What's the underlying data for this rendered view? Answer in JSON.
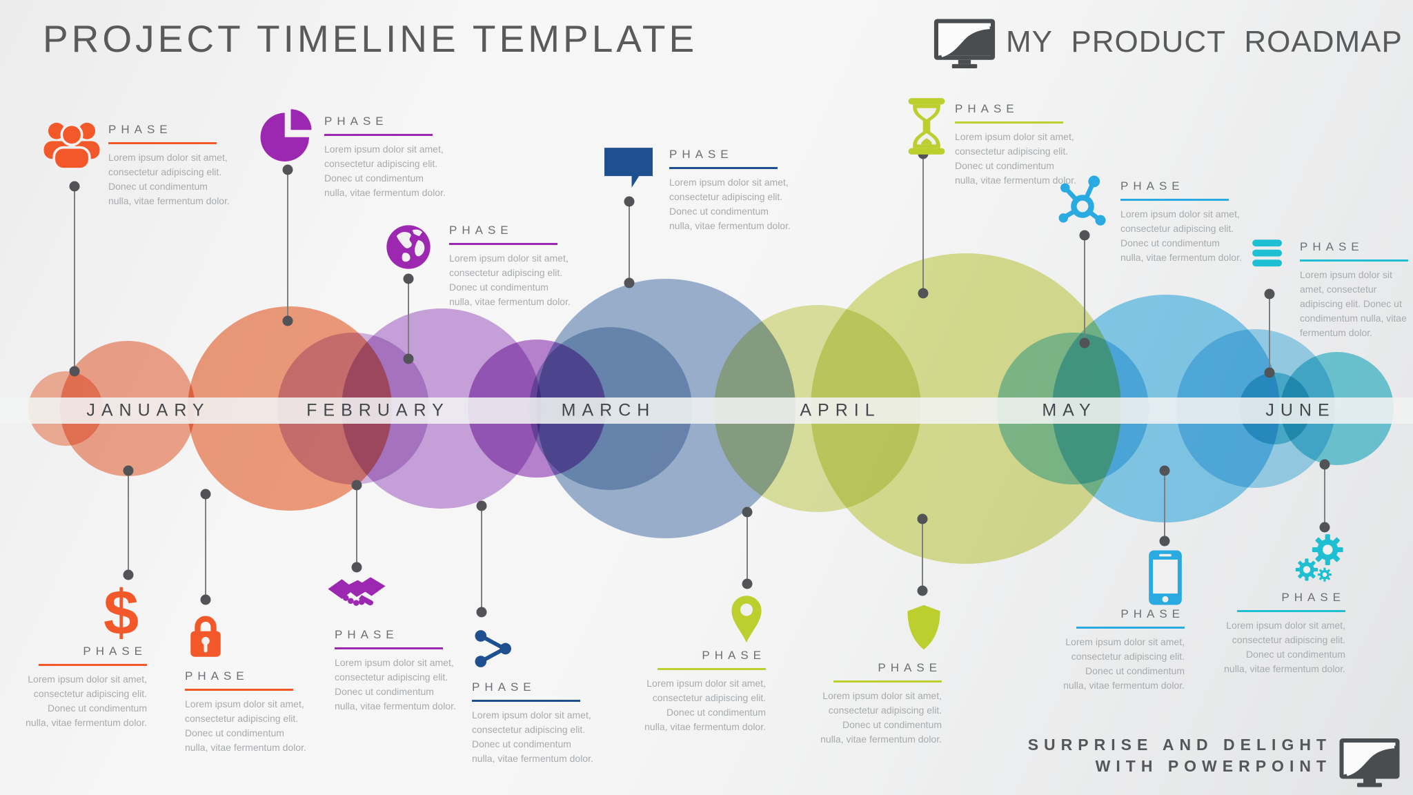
{
  "header": {
    "title": "PROJECT TIMELINE TEMPLATE",
    "brand": "MY PRODUCT ROADMAP",
    "brand_logo_icon": "monitor-road-icon"
  },
  "footer": {
    "line1": "SURPRISE AND DELIGHT",
    "line2": "WITH POWERPOINT",
    "logo_icon": "monitor-road-icon"
  },
  "timeline": {
    "months": [
      "JANUARY",
      "FEBRUARY",
      "MARCH",
      "APRIL",
      "MAY",
      "JUNE"
    ],
    "band_color": "#f1f2f3"
  },
  "phases_top": [
    {
      "icon": "people-icon",
      "accent": "#F2582A",
      "label": "PHASE",
      "description": "Lorem ipsum dolor sit amet, consectetur adipiscing elit. Donec ut condimentum nulla, vitae fermentum dolor."
    },
    {
      "icon": "pie-chart-icon",
      "accent": "#9C27B0",
      "label": "PHASE",
      "description": "Lorem ipsum dolor sit amet, consectetur adipiscing elit. Donec ut condimentum nulla, vitae fermentum dolor."
    },
    {
      "icon": "globe-icon",
      "accent": "#9C27B0",
      "label": "PHASE",
      "description": "Lorem ipsum dolor sit amet, consectetur adipiscing elit. Donec ut condimentum nulla, vitae fermentum dolor."
    },
    {
      "icon": "speech-bubble-icon",
      "accent": "#1E4F8F",
      "label": "PHASE",
      "description": "Lorem ipsum dolor sit amet, consectetur adipiscing elit. Donec ut condimentum nulla, vitae fermentum dolor."
    },
    {
      "icon": "hourglass-icon",
      "accent": "#BCCF2F",
      "label": "PHASE",
      "description": "Lorem ipsum dolor sit amet, consectetur adipiscing elit. Donec ut condimentum nulla, vitae fermentum dolor."
    },
    {
      "icon": "molecule-icon",
      "accent": "#29ABE2",
      "label": "PHASE",
      "description": "Lorem ipsum dolor sit amet, consectetur adipiscing elit. Donec ut condimentum nulla, vitae fermentum dolor."
    },
    {
      "icon": "list-bars-icon",
      "accent": "#1FBFD3",
      "label": "PHASE",
      "description": "Lorem ipsum dolor sit amet, consectetur adipiscing elit. Donec ut condimentum nulla, vitae fermentum dolor."
    }
  ],
  "phases_bottom": [
    {
      "icon": "dollar-icon",
      "accent": "#F2582A",
      "label": "PHASE",
      "description": "Lorem ipsum dolor sit amet, consectetur adipiscing elit. Donec ut condimentum nulla, vitae fermentum dolor."
    },
    {
      "icon": "lock-icon",
      "accent": "#F2582A",
      "label": "PHASE",
      "description": "Lorem ipsum dolor sit amet, consectetur adipiscing elit. Donec ut condimentum nulla, vitae fermentum dolor."
    },
    {
      "icon": "handshake-icon",
      "accent": "#9C27B0",
      "label": "PHASE",
      "description": "Lorem ipsum dolor sit amet, consectetur adipiscing elit. Donec ut condimentum nulla, vitae fermentum dolor."
    },
    {
      "icon": "share-icon",
      "accent": "#1E4F8F",
      "label": "PHASE",
      "description": "Lorem ipsum dolor sit amet, consectetur adipiscing elit. Donec ut condimentum nulla, vitae fermentum dolor."
    },
    {
      "icon": "map-pin-icon",
      "accent": "#BCCF2F",
      "label": "PHASE",
      "description": "Lorem ipsum dolor sit amet, consectetur adipiscing elit. Donec ut condimentum nulla, vitae fermentum dolor."
    },
    {
      "icon": "shield-icon",
      "accent": "#BCCF2F",
      "label": "PHASE",
      "description": "Lorem ipsum dolor sit amet, consectetur adipiscing elit. Donec ut condimentum nulla, vitae fermentum dolor."
    },
    {
      "icon": "smartphone-icon",
      "accent": "#29ABE2",
      "label": "PHASE",
      "description": "Lorem ipsum dolor sit amet, consectetur adipiscing elit. Donec ut condimentum nulla, vitae fermentum dolor."
    },
    {
      "icon": "gears-icon",
      "accent": "#1FBFD3",
      "label": "PHASE",
      "description": "Lorem ipsum dolor sit amet, consectetur adipiscing elit. Donec ut condimentum nulla, vitae fermentum dolor."
    }
  ],
  "palette": {
    "january_circles": [
      "#F5A184",
      "#F29272",
      "#F0875F"
    ],
    "february_circles": [
      "#CDA6DE",
      "#C191D8",
      "#AE6BCB"
    ],
    "march_circles": [
      "#9AB2D0",
      "#87A3C8"
    ],
    "april_circles": [
      "#D9E08C",
      "#D6DE7C"
    ],
    "may_circles": [
      "#7ECDEF",
      "#6EC8F0",
      "#8AD2F2"
    ],
    "june_circles": [
      "#5FC9D9",
      "#54C7D8"
    ],
    "connector": "#515356",
    "text_gray": "#a7aaad",
    "label_gray": "#6b6f73",
    "title_gray": "#595a5c"
  }
}
